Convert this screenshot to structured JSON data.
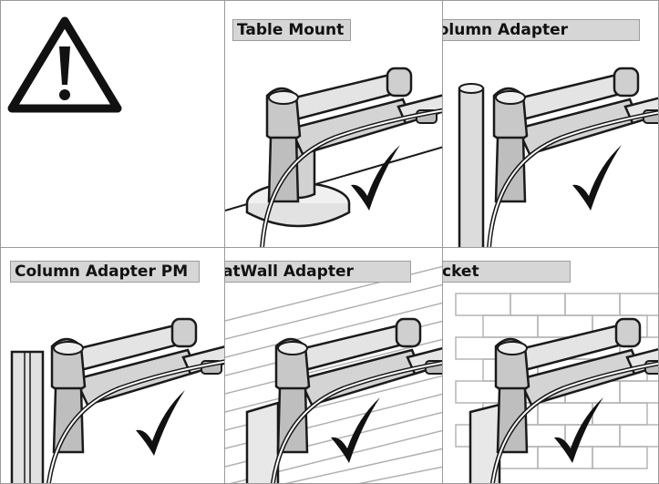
{
  "panels": [
    {
      "id": "warning",
      "label": ""
    },
    {
      "id": "table-mount",
      "label": "Table Mount",
      "status": "compatible"
    },
    {
      "id": "tss-column-adapter",
      "label": "TSS Column Adapter",
      "status": "compatible"
    },
    {
      "id": "column-adapter-pm",
      "label": "Column Adapter PM",
      "status": "compatible"
    },
    {
      "id": "slatwall-adapter",
      "label": "SlatWall Adapter",
      "status": "compatible"
    },
    {
      "id": "wall-bracket",
      "label": "Wall Bracket",
      "status": "compatible"
    }
  ],
  "icons": {
    "warning": "warning-triangle-icon",
    "check": "checkmark-icon"
  },
  "colors": {
    "label_bg": "#d6d6d6",
    "label_border": "#9c9c9c",
    "grid_line": "#9a9a9a",
    "line_art": "#1a1a1a",
    "arm_fill": "#dedede"
  }
}
